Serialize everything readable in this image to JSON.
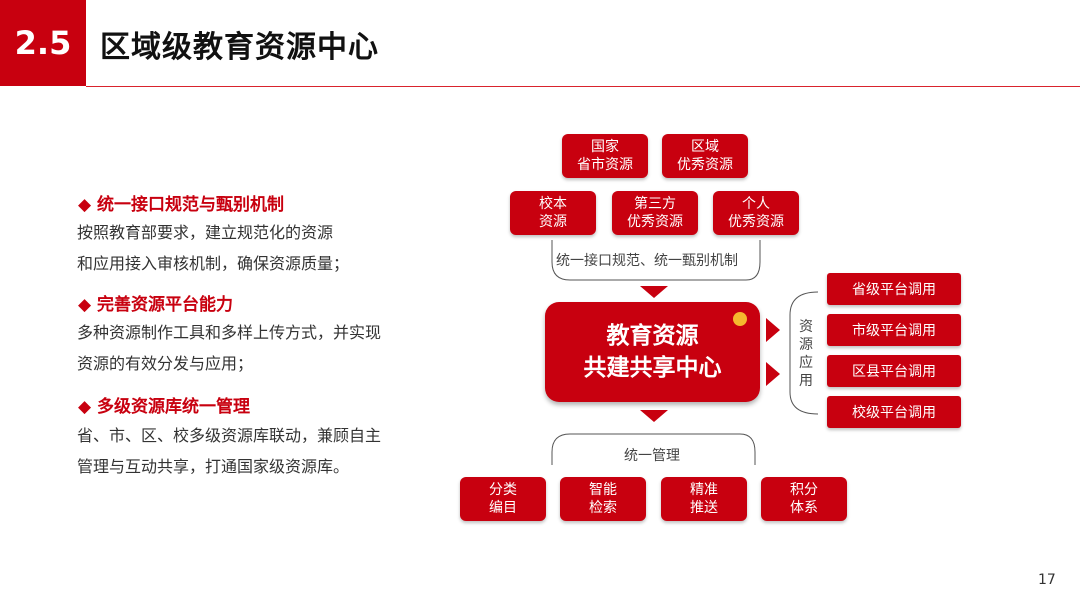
{
  "header": {
    "section_number": "2.5",
    "title": "区域级教育资源中心"
  },
  "points": [
    {
      "head": "统一接口规范与甄别机制",
      "lines": [
        "按照教育部要求，建立规范化的资源",
        "和应用接入审核机制，确保资源质量；"
      ]
    },
    {
      "head": "完善资源平台能力",
      "lines": [
        "多种资源制作工具和多样上传方式，并实现",
        "资源的有效分发与应用；"
      ]
    },
    {
      "head": "多级资源库统一管理",
      "lines": [
        "省、市、区、校多级资源库联动，兼顾自主",
        "管理与互动共享，打通国家级资源库。"
      ]
    }
  ],
  "diagram": {
    "top_sources": [
      [
        "国家",
        "省市资源"
      ],
      [
        "区域",
        "优秀资源"
      ]
    ],
    "mid_sources": [
      [
        "校本",
        "资源"
      ],
      [
        "第三方",
        "优秀资源"
      ],
      [
        "个人",
        "优秀资源"
      ]
    ],
    "interface_label": "统一接口规范、统一甄别机制",
    "center": [
      "教育资源",
      "共建共享中心"
    ],
    "resource_application": "资源应用",
    "levels": [
      "省级平台调用",
      "市级平台调用",
      "区县平台调用",
      "校级平台调用"
    ],
    "management_label": "统一管理",
    "functions": [
      [
        "分类",
        "编目"
      ],
      [
        "智能",
        "检索"
      ],
      [
        "精准",
        "推送"
      ],
      [
        "积分",
        "体系"
      ]
    ]
  },
  "colors": {
    "accent": "#c8000f",
    "dot": "#f5b82e"
  },
  "page_number": "17"
}
